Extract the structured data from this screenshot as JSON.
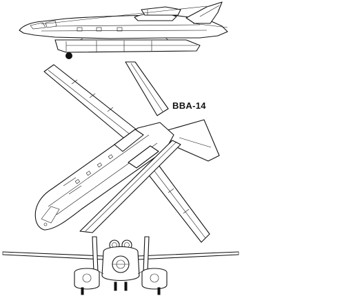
{
  "drawing": {
    "title": "BBA-14",
    "ink_color": "#111111",
    "background": "#ffffff",
    "views": [
      "side-view",
      "plan-view",
      "front-view"
    ]
  }
}
